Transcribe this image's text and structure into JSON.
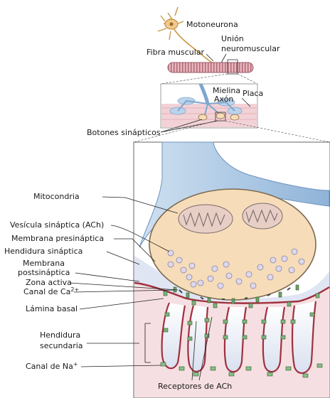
{
  "labels": {
    "motoneurona": "Motoneurona",
    "union1": "Unión",
    "union2": "neuromuscular",
    "fibra": "Fibra muscular",
    "mielina": "Mielina",
    "axon": "Axón",
    "placa": "Placa",
    "botones": "Botones sinápticos",
    "mitocondria": "Mitocondria",
    "vesicula": "Vesícula sináptica (ACh)",
    "membrana_pre": "Membrana presináptica",
    "hendidura_sin": "Hendidura sináptica",
    "membrana_post1": "Membrana",
    "membrana_post2": "postsináptica",
    "zona_activa": "Zona activa",
    "canal_ca": "Canal de Ca",
    "canal_ca_sup": "2+",
    "lamina": "Lámina basal",
    "hendidura_sec1": "Hendidura",
    "hendidura_sec2": "secundaria",
    "canal_na": "Canal de Na",
    "canal_na_sup": "+",
    "receptores": "Receptores de ACh"
  },
  "colors": {
    "muscle_pink": "#f3d6da",
    "muscle_stripe": "#b06a78",
    "membrane_red": "#a0303f",
    "terminal_fill": "#f6dcb8",
    "axon_blue": "#b7d0e8",
    "channel_green": "#5c9a5a",
    "vesicle": "#d6d0e6"
  }
}
